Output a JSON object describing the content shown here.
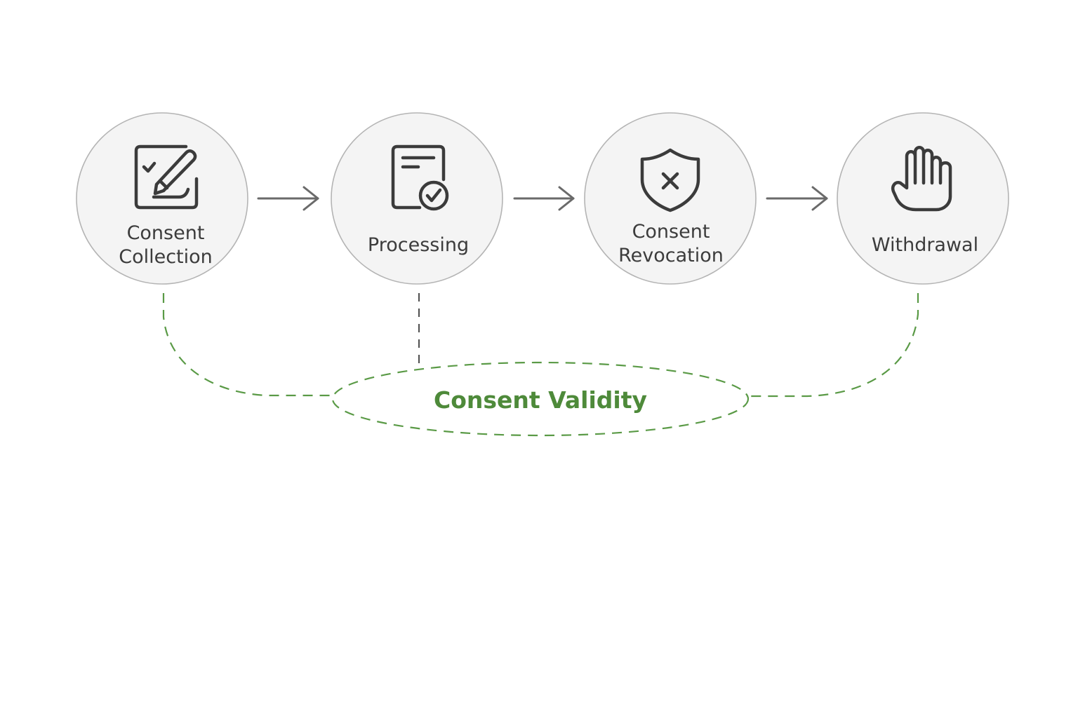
{
  "diagram": {
    "stages": [
      {
        "label_line1": "Consent",
        "label_line2": "Collection",
        "icon": "sign-document-icon"
      },
      {
        "label_line1": "Processing",
        "label_line2": "",
        "icon": "document-check-icon"
      },
      {
        "label_line1": "Consent",
        "label_line2": "Revocation",
        "icon": "shield-x-icon"
      },
      {
        "label_line1": "Withdrawal",
        "label_line2": "",
        "icon": "raised-hand-icon"
      }
    ],
    "validity_label": "Consent Validity",
    "colors": {
      "accent_green": "#4e8a3a",
      "circle_fill": "#f4f4f4",
      "circle_stroke": "#b4b4b4",
      "icon_stroke": "#3b3b3b",
      "arrow": "#6a6a6a"
    }
  }
}
